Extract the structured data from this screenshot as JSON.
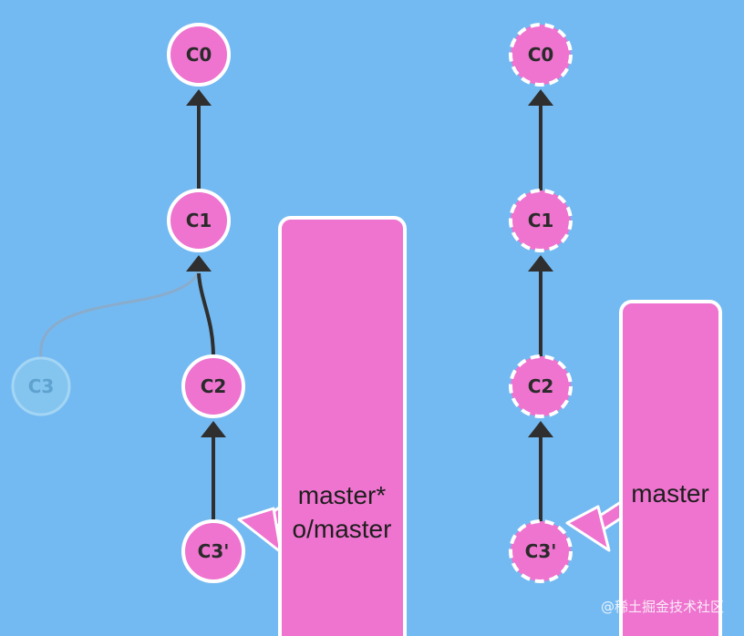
{
  "colors": {
    "background": "#74baf2",
    "commit_fill": "#ee74cf",
    "commit_stroke": "#ffffff",
    "edge": "#2f2f2f",
    "ghost_fill": "#86c7f0",
    "ghost_text": "#5fa2cf",
    "branch_fill": "#ee74cf"
  },
  "left_repo": {
    "commits": {
      "c0": "C0",
      "c1": "C1",
      "c2": "C2",
      "c3prime": "C3'",
      "c3_ghost": "C3"
    },
    "branch": {
      "line1": "master*",
      "line2": "o/master"
    }
  },
  "right_repo": {
    "commits": {
      "c0": "C0",
      "c1": "C1",
      "c2": "C2",
      "c3prime": "C3'"
    },
    "branch": {
      "line1": "master"
    }
  },
  "watermark": "@稀土掘金技术社区"
}
